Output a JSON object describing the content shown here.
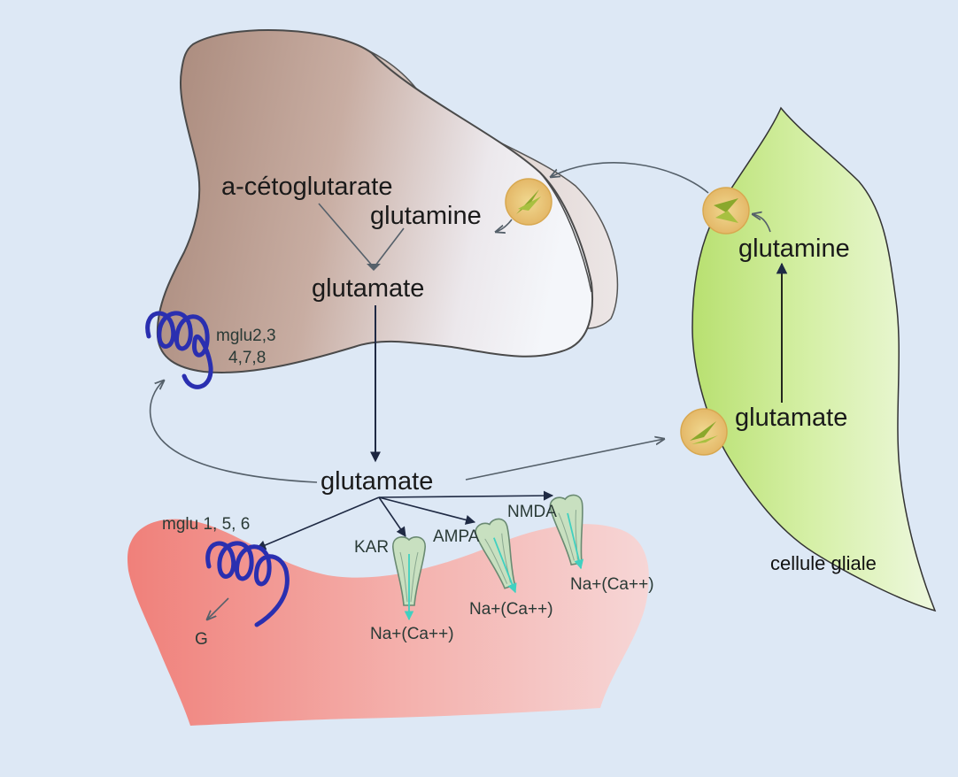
{
  "labels": {
    "alpha_ketoglutarate": "a-cétoglutarate",
    "presyn_glutamine": "glutamine",
    "presyn_glutamate": "glutamate",
    "cleft_glutamate": "glutamate",
    "glial_glutamine": "glutamine",
    "glial_glutamate": "glutamate",
    "glial_cell": "cellule gliale",
    "mglu_presyn_line1": "mglu2,3",
    "mglu_presyn_line2": "4,7,8",
    "mglu_postsyn": "mglu 1, 5, 6",
    "g_protein": "G",
    "kar": "KAR",
    "ampa": "AMPA",
    "nmda": "NMDA",
    "kar_ions": "Na+(Ca++)",
    "ampa_ions": "Na+(Ca++)",
    "nmda_ions": "Na+(Ca++)"
  },
  "colors": {
    "background": "#dde8f5",
    "presynaptic": "#b29080",
    "postsynaptic": "#f08078",
    "glial": "#c6ea8a",
    "receptor_coil": "#2a2fb0",
    "transporter": "#e8c878",
    "arrow": "#1f2a44",
    "ion_arrow": "#40d8c0"
  },
  "icons": [
    "mglu-receptor-coil-icon",
    "ionotropic-receptor-icon",
    "transporter-icon"
  ]
}
